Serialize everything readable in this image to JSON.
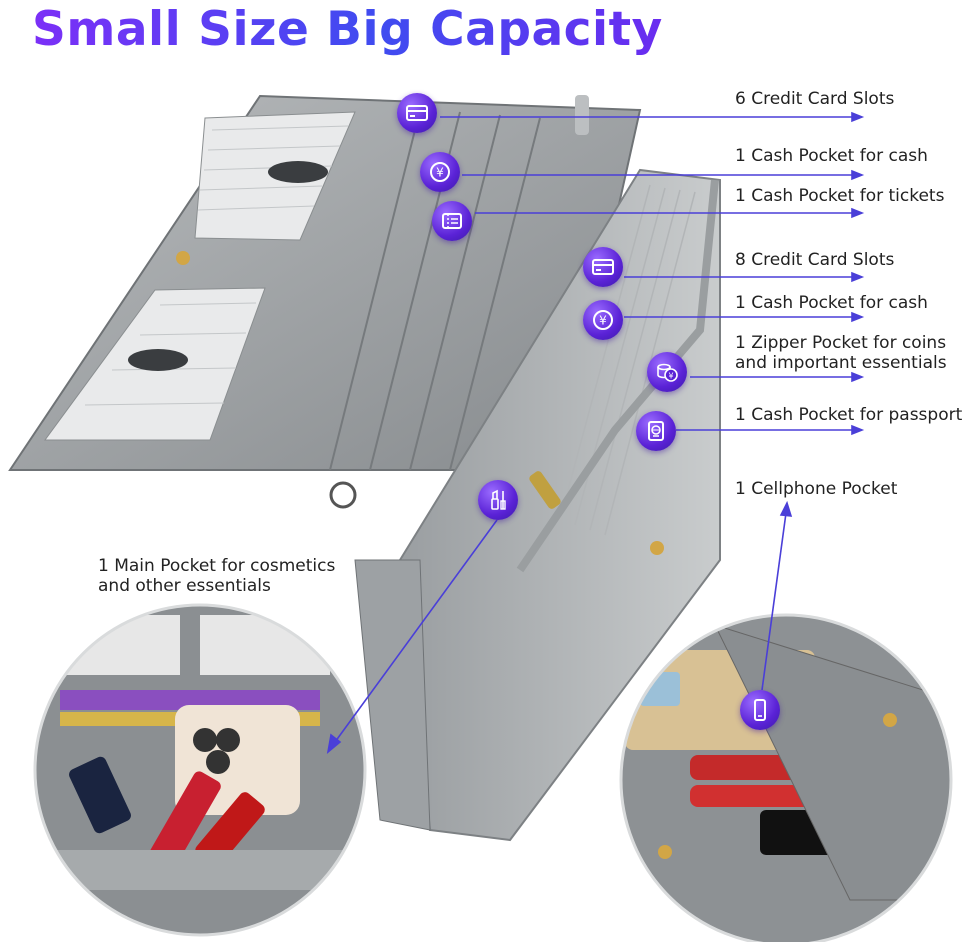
{
  "title": "Small Size Big Capacity",
  "labels": {
    "card_slots_6": "6 Credit Card Slots",
    "cash_pocket_1": "1 Cash Pocket for cash",
    "tickets_pocket": "1 Cash Pocket for tickets",
    "card_slots_8": "8 Credit Card Slots",
    "cash_pocket_2": "1 Cash Pocket for cash",
    "zipper_pocket_line1": "1 Zipper Pocket for coins",
    "zipper_pocket_line2": "and important essentials",
    "passport_pocket": "1 Cash Pocket for passport",
    "cellphone_pocket": "1 Cellphone Pocket",
    "main_pocket_line1": "1 Main Pocket for cosmetics",
    "main_pocket_line2": "and other essentials"
  },
  "icons": [
    "credit-card-icon",
    "yen-coin-icon",
    "ticket-icon",
    "credit-card-icon",
    "yen-coin-icon",
    "coins-icon",
    "passport-icon",
    "lipstick-icon",
    "cellphone-icon"
  ],
  "colors": {
    "accent_purple": "#5a22d6",
    "leader_line": "#4a3fd8",
    "leather_gray": "#8f9396"
  }
}
